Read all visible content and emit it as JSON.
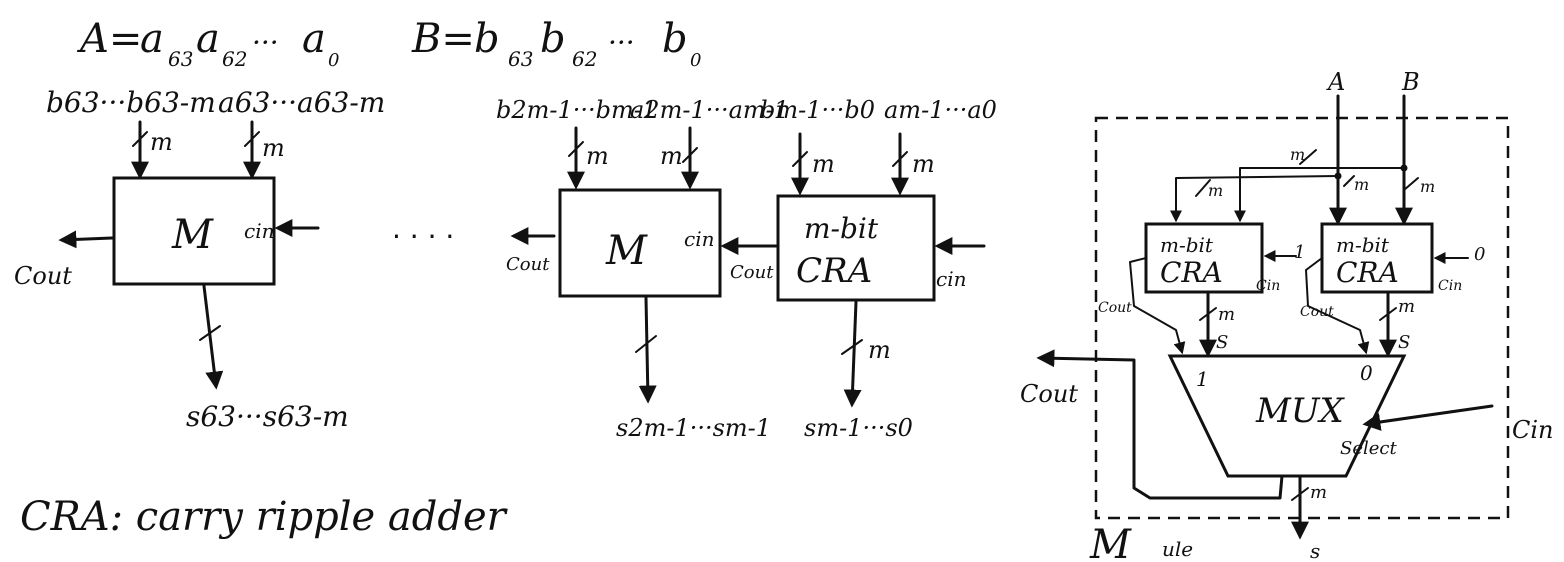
{
  "equations": {
    "a_def_prefix": "A=",
    "a_def_terms": "a",
    "a_sub1": "63",
    "a_sub2": "62",
    "a_dots": "···",
    "a_sub0": "0",
    "b_def_prefix": "B=",
    "b_def_terms": "b",
    "b_sub1": "63",
    "b_sub2": "62",
    "b_sub0": "0"
  },
  "top_inputs": {
    "b_high": "b63···b63-m",
    "a_high": "a63···a63-m",
    "b_mid": "b2m-1···bm-1",
    "a_mid": "a2m-1···am-1",
    "b_low": "bm-1···b0",
    "a_low": "am-1···a0"
  },
  "width_label": "m",
  "blocks": {
    "m_block_label": "M",
    "cra_line1": "m-bit",
    "cra_line2": "CRA",
    "cin": "cin",
    "cout": "Cout",
    "ellipsis": "· · · ·"
  },
  "outputs": {
    "s_high": "s63···s63-m",
    "s_mid": "s2m-1···sm-1",
    "s_low": "sm-1···s0"
  },
  "legend": "CRA: carry ripple adder",
  "module_detail": {
    "input_a": "A",
    "input_b": "B",
    "cra_line1": "m-bit",
    "cra_line2": "CRA",
    "cin_left_const": "1",
    "cin_right_const": "0",
    "cin": "Cin",
    "cout": "Cout",
    "sum": "S",
    "mux_label": "MUX",
    "mux_in1": "1",
    "mux_in0": "0",
    "select": "Select",
    "cin_external": "Cin",
    "cout_external": "Cout",
    "output_s": "s",
    "module_name": "M",
    "module_suffix": "ule"
  }
}
